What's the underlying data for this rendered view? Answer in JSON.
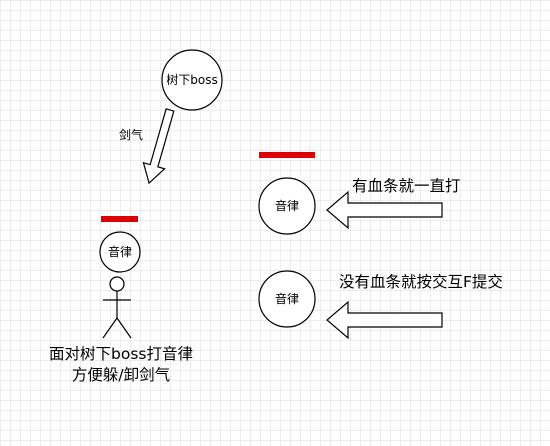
{
  "colors": {
    "stroke": "#000000",
    "health_bar": "#dd0000",
    "grid": "#ececec"
  },
  "nodes": {
    "boss": "树下boss",
    "player": "音律",
    "enemy_top": "音律",
    "enemy_bottom": "音律"
  },
  "labels": {
    "sword_qi": "剑气",
    "with_health": "有血条就一直打",
    "without_health": "没有血条就按交互F提交",
    "player_note_line1": "面对树下boss打音律",
    "player_note_line2": "方便躲/卸剑气"
  }
}
